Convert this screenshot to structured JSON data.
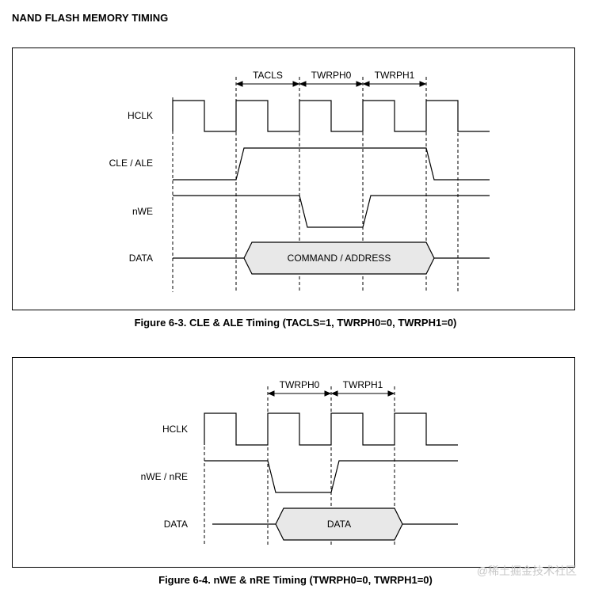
{
  "page_title": "NAND FLASH MEMORY TIMING",
  "figure1": {
    "caption": "Figure 6-3. CLE & ALE Timing (TACLS=1, TWRPH0=0, TWRPH1=0)",
    "intervals": [
      "TACLS",
      "TWRPH0",
      "TWRPH1"
    ],
    "signals": [
      "HCLK",
      "CLE / ALE",
      "nWE",
      "DATA"
    ],
    "data_label": "COMMAND / ADDRESS"
  },
  "figure2": {
    "caption": "Figure 6-4. nWE & nRE Timing (TWRPH0=0, TWRPH1=0)",
    "intervals": [
      "TWRPH0",
      "TWRPH1"
    ],
    "signals": [
      "HCLK",
      "nWE / nRE",
      "DATA"
    ],
    "data_label": "DATA"
  },
  "watermark": "@稀土掘金技术社区",
  "style": {
    "line_color": "#000000",
    "bus_fill": "#e8e8e8",
    "watermark_color": "#c8c8c8"
  }
}
